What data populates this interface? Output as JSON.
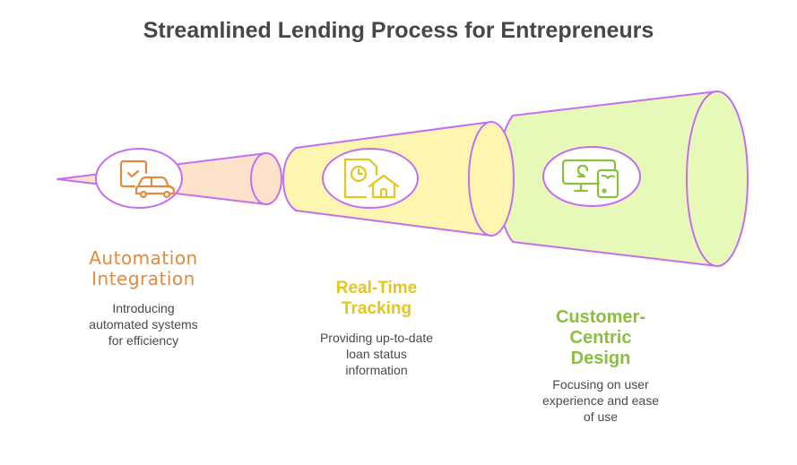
{
  "title": "Streamlined Lending Process for Entrepreneurs",
  "colors": {
    "outline": "#c46ff0",
    "stage1_fill": "#fde2cc",
    "stage2_fill": "#fdf6b0",
    "stage3_fill": "#e6f9b8",
    "stage1_accent": "#e28a3d",
    "stage2_accent": "#e6c51c",
    "stage3_accent": "#8bc03d"
  },
  "stages": [
    {
      "title_lines": [
        "Automation",
        "Integration"
      ],
      "description_lines": [
        "Introducing",
        "automated systems",
        "for efficiency"
      ],
      "icon": "checklist-car-icon"
    },
    {
      "title_lines": [
        "Real-Time",
        "Tracking"
      ],
      "description_lines": [
        "Providing up-to-date",
        "loan status",
        "information"
      ],
      "icon": "document-clock-house-icon"
    },
    {
      "title_lines": [
        "Customer-",
        "Centric",
        "Design"
      ],
      "description_lines": [
        "Focusing on user",
        "experience and ease",
        "of use"
      ],
      "icon": "monitor-tablet-icon"
    }
  ]
}
